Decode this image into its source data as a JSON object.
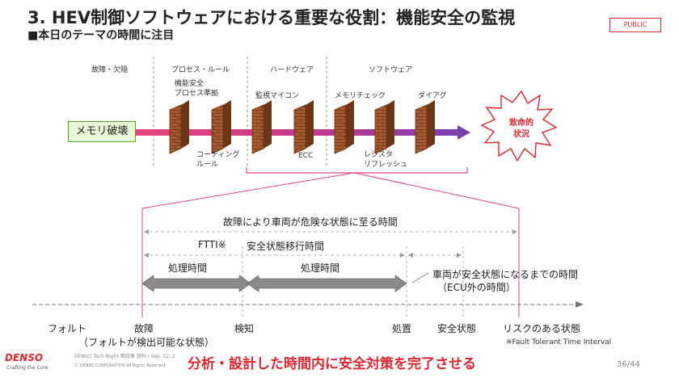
{
  "header": {
    "title": "3. HEV制御ソフトウェアにおける重要な役割：機能安全の監視",
    "subtitle": "■本日のテーマの時間に注目",
    "badge": "PUBLIC"
  },
  "categories": {
    "fault": "故障・欠陥",
    "process": "プロセス・ルール",
    "hardware": "ハードウェア",
    "software": "ソフトウェア"
  },
  "barriers": {
    "func_safety": "機能安全\nプロセス準拠",
    "coding_rule": "コーディング\nルール",
    "monitor_mcu": "監視マイコン",
    "ecc": "ECC",
    "mem_check": "メモリチェック",
    "register_refresh": "レジスタ\nリフレッシュ",
    "diag": "ダイアグ"
  },
  "origin": "メモリ破壊",
  "fatal": "致命的\n状況",
  "timeline": {
    "fault_to_danger": "故障により車両が危険な状態に至る時間",
    "ftti_label": "FTTI※",
    "safe_transition": "安全状態移行時間",
    "processing_1": "処理時間",
    "processing_2": "処理時間",
    "vehicle_safe": "車両が安全状態になるまでの時間",
    "outside_ecu": "（ECU外の時間）"
  },
  "axis": {
    "fault_label": "フォルト",
    "failure": "故障",
    "failure_sub": "（フォルトが検出可能な状態）",
    "detect": "検知",
    "action": "処置",
    "safe_state": "安全状態",
    "risk_state": "リスクのある状態"
  },
  "footnote": "※Fault Tolerant Time Interval",
  "footer": {
    "logo": "DENSO",
    "logo_sub": "Crafting the Core",
    "meta": "DENSO Tech Night 第四弾 資料 / Sep. 12, 2",
    "copyright": "© DENSO CORPORATION All Rights Reserved.",
    "slogan": "分析・設計した時間内に安全対策を完了させる",
    "page": "36/44"
  },
  "colors": {
    "accent": "#e0262f",
    "brick": "#a0522d",
    "arrow_pink": "#e8457a",
    "arrow_purple": "#8e44ad",
    "grey_arrow": "#8a8a8a"
  }
}
